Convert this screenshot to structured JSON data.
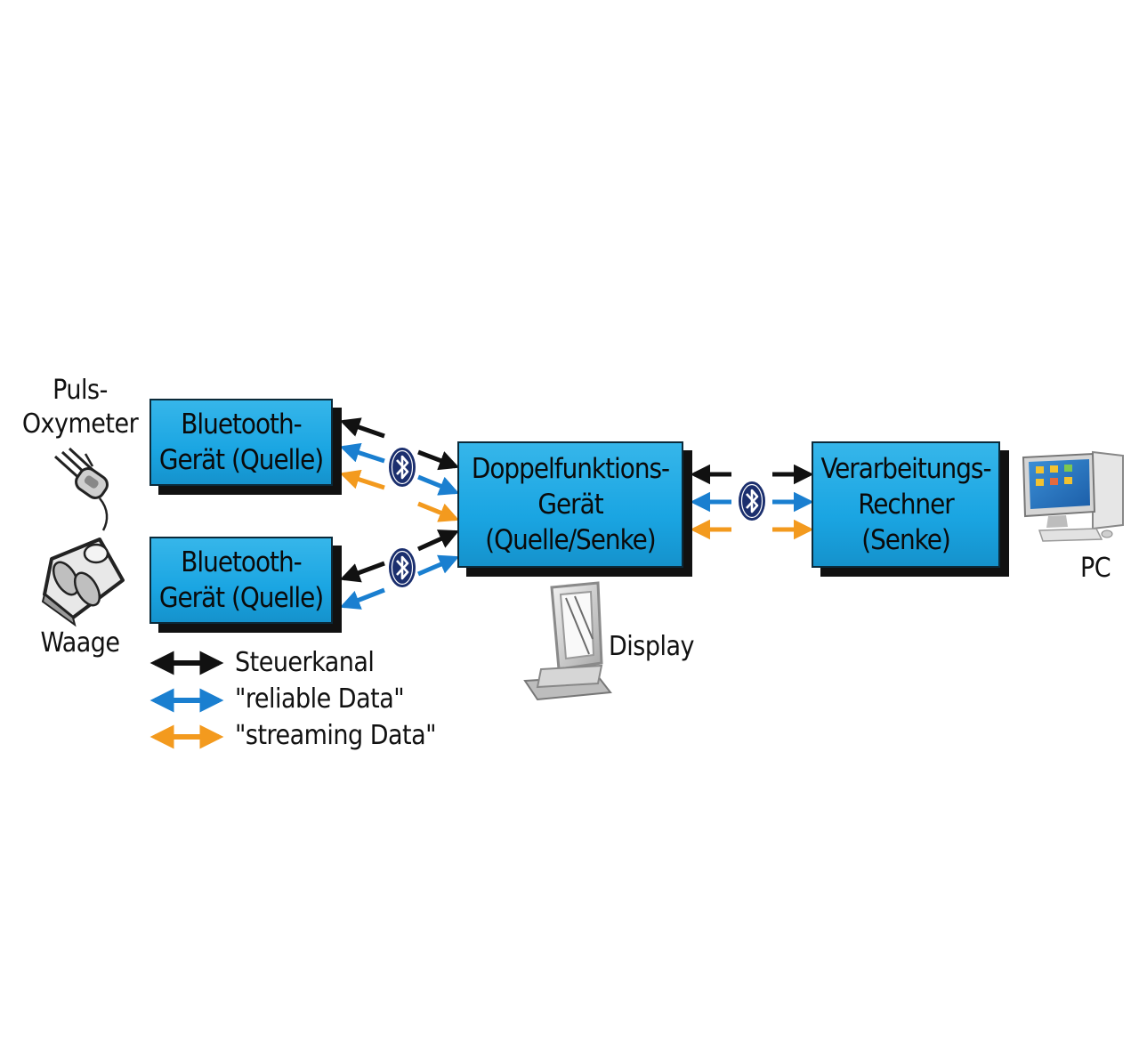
{
  "nodes": {
    "source1": {
      "label": "Bluetooth-\nGerät (Quelle)"
    },
    "source2": {
      "label": "Bluetooth-\nGerät (Quelle)"
    },
    "dual": {
      "label": "Doppelfunktions-\nGerät\n(Quelle/Senke)"
    },
    "sink": {
      "label": "Verarbeitungs-\nRechner\n(Senke)"
    }
  },
  "devices": {
    "oximeter": "Puls-\nOxymeter",
    "scale": "Waage",
    "display": "Display",
    "pc": "PC"
  },
  "legend": [
    {
      "label": "Steuerkanal",
      "color": "#111111"
    },
    {
      "label": "\"reliable Data\"",
      "color": "#1a7fd0"
    },
    {
      "label": "\"streaming Data\"",
      "color": "#f39a1e"
    }
  ],
  "colors": {
    "box_fill": "#1aa5e2",
    "control": "#111111",
    "reliable": "#1a7fd0",
    "streaming": "#f39a1e"
  },
  "icons": [
    "bluetooth-icon",
    "pulse-oximeter-icon",
    "scale-icon",
    "display-icon",
    "pc-icon"
  ]
}
